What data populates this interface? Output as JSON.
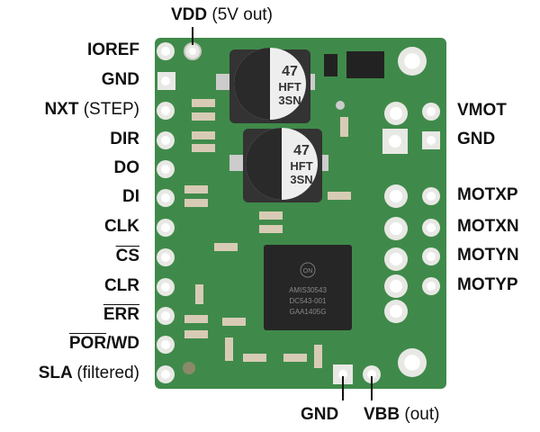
{
  "left_pins": [
    {
      "name": "IOREF",
      "note": ""
    },
    {
      "name": "GND",
      "note": ""
    },
    {
      "name": "NXT",
      "note": "(STEP)"
    },
    {
      "name": "DIR",
      "note": ""
    },
    {
      "name": "DO",
      "note": ""
    },
    {
      "name": "DI",
      "note": ""
    },
    {
      "name": "CLK",
      "note": ""
    },
    {
      "name": "CS",
      "note": "",
      "inverted": true
    },
    {
      "name": "CLR",
      "note": ""
    },
    {
      "name": "ERR",
      "note": "",
      "inverted": true
    },
    {
      "name": "POR",
      "suffix": "/WD",
      "note": "",
      "inverted": true
    },
    {
      "name": "SLA",
      "note": "(filtered)"
    }
  ],
  "right_pins": [
    {
      "name": "VMOT"
    },
    {
      "name": "GND"
    },
    {
      "name": "MOTXP"
    },
    {
      "name": "MOTXN"
    },
    {
      "name": "MOTYN"
    },
    {
      "name": "MOTYP"
    }
  ],
  "top_pin": {
    "name": "VDD",
    "note": "(5V out)"
  },
  "bottom_pins": [
    {
      "name": "GND",
      "note": ""
    },
    {
      "name": "VBB",
      "note": "(out)"
    }
  ],
  "board": {
    "capacitor_marking": [
      "47",
      "HFT",
      "3SN"
    ],
    "chip_logo": "ON",
    "chip_marking": [
      "AMIS30543",
      "DC543-001",
      "GAA1405G"
    ],
    "pcb_color": "#3f8a4a"
  }
}
